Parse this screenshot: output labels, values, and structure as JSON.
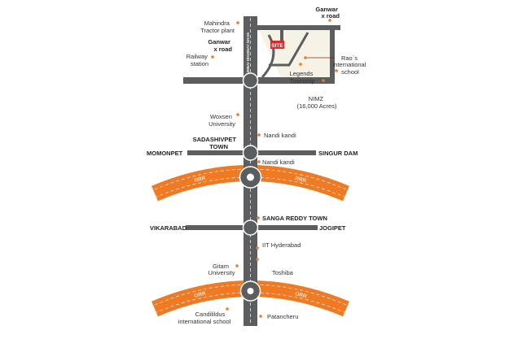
{
  "map": {
    "highway_label": "MUMBAI HIGHWAY NH-65",
    "site_label": "SITE",
    "places": {
      "mahindra": [
        "Mahindra",
        "Tractor plant"
      ],
      "ganwar_left": [
        "Ganwar",
        "x road"
      ],
      "railway": [
        "Railway",
        "station"
      ],
      "ganwar_top": [
        "Ganwar",
        "x road"
      ],
      "raos": [
        "Rao`s",
        "international",
        "school"
      ],
      "legends": [
        "Legends",
        "Township"
      ],
      "nimz": [
        "NIMZ",
        "(16,000 Acres)"
      ],
      "woxsen": [
        "Woxsen",
        "University"
      ],
      "nandi_kandi_1": "Nandi kandi",
      "sadashivpet": [
        "SADASHIVPET",
        "TOWN"
      ],
      "momonpet": "MOMONPET",
      "singur_dam": "SINGUR DAM",
      "nandi_kandi_2": "Nandi kandi",
      "sanga_reddy": "SANGA REDDY TOWN",
      "vikarabad": "VIKARABAD",
      "jogipet": "JOGIPET",
      "iit": "IIT Hyderabad",
      "gitam": [
        "Gitam",
        "University"
      ],
      "toshiba": "Toshiba",
      "candilildus": [
        "Candilildus",
        "international school"
      ],
      "patancheru": "Patancheru"
    },
    "rings": {
      "rrr": "RRR",
      "orr": "ORR"
    },
    "colors": {
      "road": "#5b5d5f",
      "ring": "#f07a22",
      "site": "#d92b2b",
      "dot": "#f07a22"
    }
  }
}
